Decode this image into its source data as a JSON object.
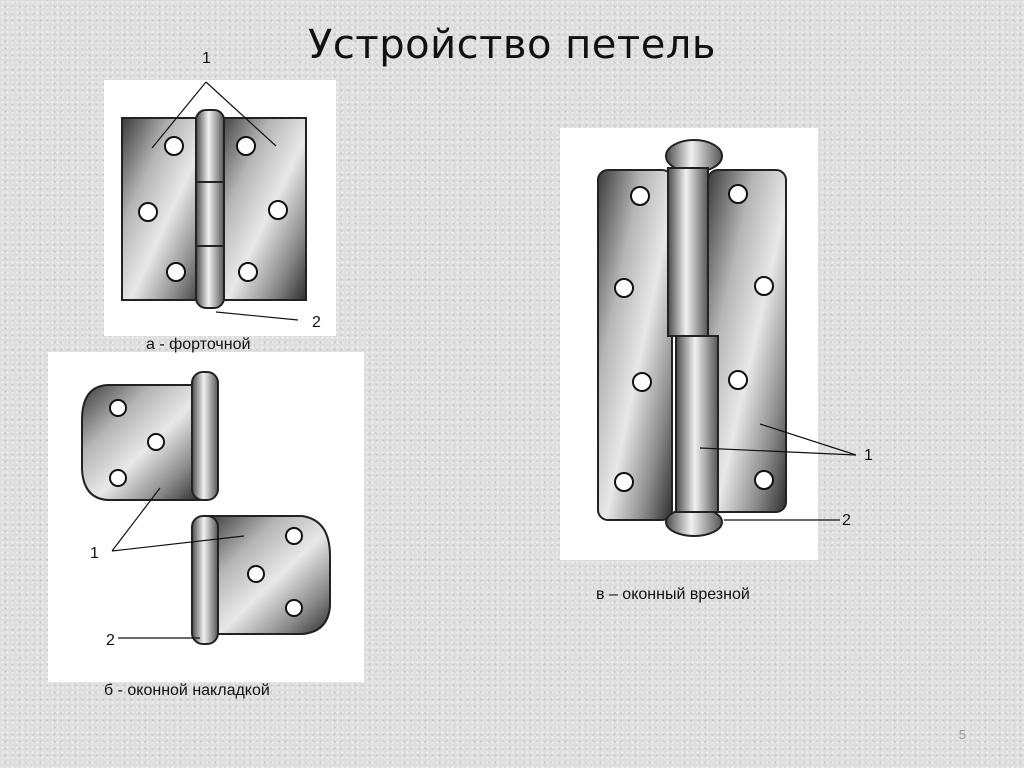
{
  "slide": {
    "title": "Устройство петель",
    "page_number": "5"
  },
  "hinge_a": {
    "caption": "а - форточной",
    "callout_1": "1",
    "callout_2": "2"
  },
  "hinge_b": {
    "caption": "б -  оконной накладкой",
    "callout_1": "1",
    "callout_2": "2"
  },
  "hinge_v": {
    "caption": "в – оконный врезной",
    "callout_1": "1",
    "callout_2": "2"
  }
}
